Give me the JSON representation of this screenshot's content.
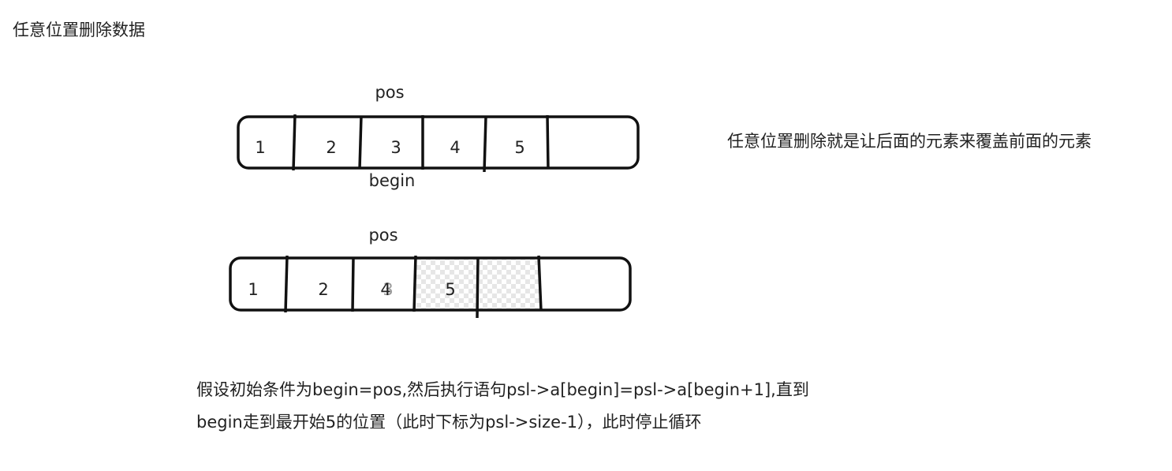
{
  "title": "任意位置删除数据",
  "note_right": "任意位置删除就是让后面的元素来覆盖前面的元素",
  "array_before": {
    "pointer_above": "pos",
    "pointer_below": "begin",
    "cells": [
      "1",
      "2",
      "3",
      "4",
      "5",
      ""
    ]
  },
  "array_after": {
    "pointer_above": "pos",
    "cells": [
      "1",
      "2",
      "4",
      "5",
      "",
      ""
    ],
    "overwritten_value": "3",
    "shaded_cells": [
      3,
      4
    ]
  },
  "caption": {
    "line1": "假设初始条件为begin=pos,然后执行语句psl->a[begin]=psl->a[begin+1],直到",
    "line2": "begin走到最开始5的位置（此时下标为psl->size-1），此时停止循环"
  }
}
